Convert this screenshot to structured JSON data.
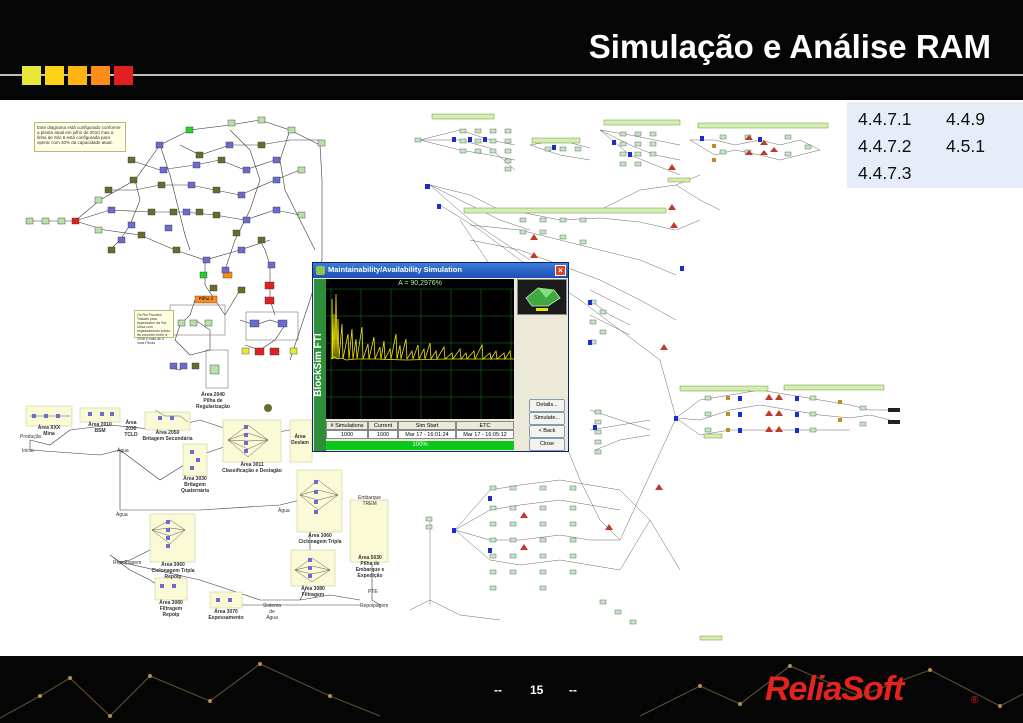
{
  "slide": {
    "title": "Simulação e Análise RAM",
    "page_prefix": "--",
    "page_number": "15",
    "page_suffix": "--",
    "logo_text": "ReliaSoft",
    "logo_mark": "®"
  },
  "colors": {
    "header_bg": "#050505",
    "accent_squares": [
      "#e8e83a",
      "#ffd21a",
      "#ffb414",
      "#ff8c1a",
      "#e02020"
    ],
    "logo_red": "#e3241c",
    "reference_box_bg": "#e6edf8"
  },
  "references": {
    "items": [
      "4.4.7.1",
      "4.4.9",
      "4.4.7.2",
      "4.5.1",
      "4.4.7.3"
    ]
  },
  "diagram": {
    "note": "Este diagrama está configurado conforme a planta atual em julho de 2010 mas a linha de Silo 5 está configurada para operar com 30% da capacidade atual.",
    "note2": "Os Rio Pruzano Tratado para espessador da Via Uesa com espessamento prévio de concreto entre a 2008 e mais de 4 mais Fibras",
    "areas": [
      "Área XXX\nMina",
      "Área 2010\nBSM",
      "Área\n2030\nTCLD",
      "Área 2050\nBritagem Secundária",
      "Área 2040\nPilha de\nRegularização",
      "Área 3030\nBritagem\nQuaternária",
      "Área 3011\nClassificação e Deslagão",
      "Área\nDeslam",
      "Área 3060\nCiclonagem Tripla",
      "Área 3060\nCiclonagem Tripla\nRepolp",
      "Área 3080\nFiltragem\nRepolp",
      "Área 3070\nEspessamento",
      "Área 3080\nFiltragem",
      "Área 5030\nPilha de\nEmbarque e\nExpedição"
    ],
    "labels": [
      "Produção",
      "Inicio",
      "Água",
      "Água",
      "Água",
      "Repolpagem",
      "Sistema\nde\nÁgua",
      "Embarque\nTREM",
      "PTE",
      "Repolpagem"
    ],
    "block_pill": "Pilha 2"
  },
  "sim_window": {
    "title": "Maintainability/Availability Simulation",
    "side_text": "BlockSim FTI",
    "availability_label": "A = 90,2976%",
    "buttons": [
      "Details...",
      "Simulate...",
      "< Back",
      "Close"
    ],
    "columns": [
      "# Simulations",
      "Current",
      "Sim Start",
      "ETC"
    ],
    "row": [
      "1000",
      "1000",
      "Mar 17 - 16:01:24",
      "Mar 17 - 16:05:12"
    ],
    "progress_text": "100%",
    "progress": 1.0
  }
}
